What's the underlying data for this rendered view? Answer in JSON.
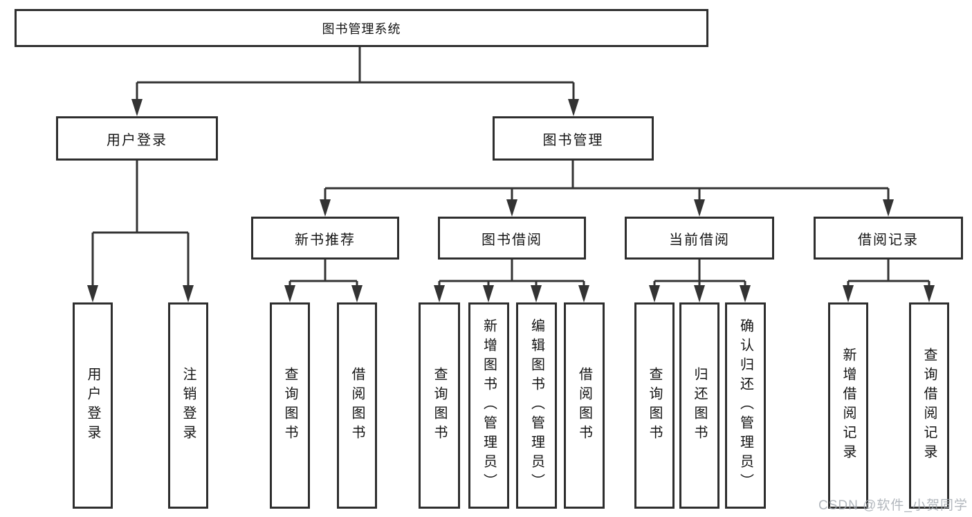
{
  "colors": {
    "line": "#333333",
    "box_border": "#2e2e2e",
    "text": "#141414",
    "watermark": "#a4aab2"
  },
  "watermark": {
    "text": "CSDN @软件_小贺同学"
  },
  "tree": {
    "label": "图书管理系统",
    "children": [
      {
        "label": "用户登录",
        "children": [
          {
            "label": "用户登录"
          },
          {
            "label": "注销登录"
          }
        ]
      },
      {
        "label": "图书管理",
        "children": [
          {
            "label": "新书推荐",
            "children": [
              {
                "label": "查询图书"
              },
              {
                "label": "借阅图书"
              }
            ]
          },
          {
            "label": "图书借阅",
            "children": [
              {
                "label": "查询图书"
              },
              {
                "label": "新增图书（管理员）"
              },
              {
                "label": "编辑图书（管理员）"
              },
              {
                "label": "借阅图书"
              }
            ]
          },
          {
            "label": "当前借阅",
            "children": [
              {
                "label": "查询图书"
              },
              {
                "label": "归还图书"
              },
              {
                "label": "确认归还（管理员）"
              }
            ]
          },
          {
            "label": "借阅记录",
            "children": [
              {
                "label": "新增借阅记录"
              },
              {
                "label": "查询借阅记录"
              }
            ]
          }
        ]
      }
    ]
  }
}
